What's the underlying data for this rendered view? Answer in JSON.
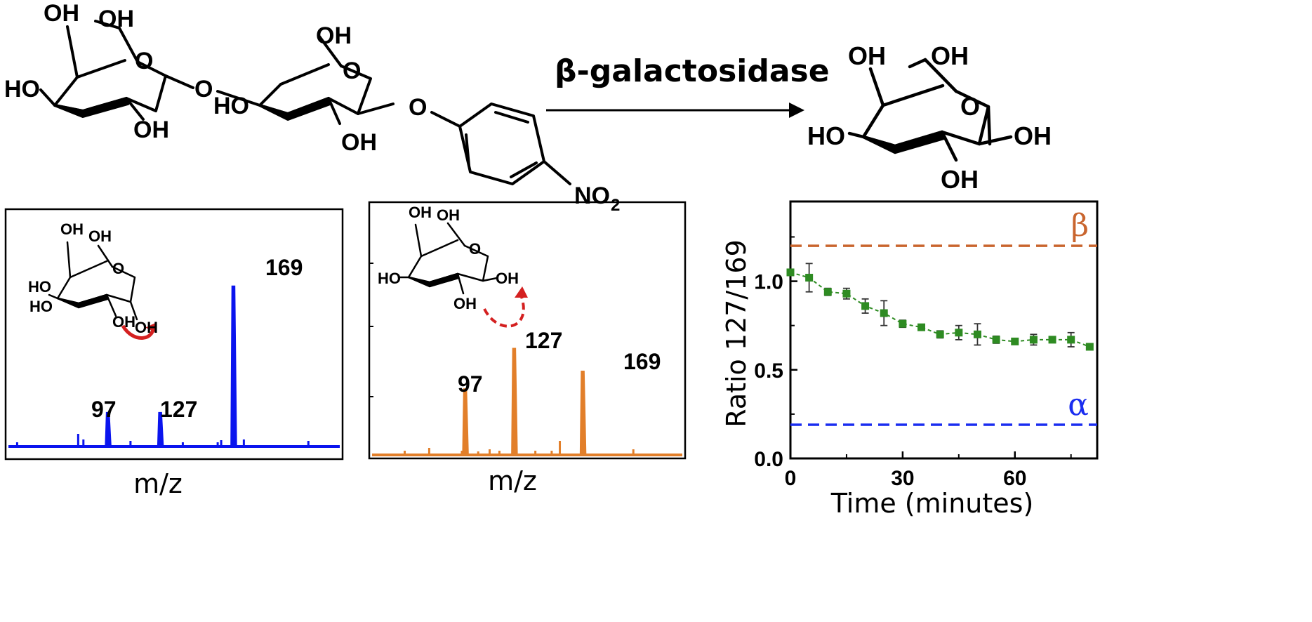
{
  "reaction": {
    "enzyme": "β-galactosidase",
    "substrate": {
      "labels": [
        "OH",
        "OH",
        "O",
        "OH",
        "HO",
        "O",
        "OH",
        "HO",
        "O",
        "OH",
        "O",
        "NO",
        "2"
      ]
    },
    "product": {
      "labels": [
        "OH",
        "OH",
        "O",
        "HO",
        "OH",
        "OH"
      ]
    }
  },
  "spectrum_left": {
    "xlabel": "m/z",
    "inset": {
      "labels": [
        "OH",
        "OH",
        "O",
        "HO",
        "HO",
        "OH",
        "OH"
      ]
    },
    "peaks": [
      {
        "label": "97",
        "mz": 97,
        "rel": 0.21
      },
      {
        "label": "127",
        "mz": 127,
        "rel": 0.21
      },
      {
        "label": "169",
        "mz": 169,
        "rel": 1.0
      }
    ],
    "color": "#0a14ee"
  },
  "spectrum_middle": {
    "xlabel": "m/z",
    "inset": {
      "labels": [
        "OH",
        "OH",
        "O",
        "HO",
        "OH",
        "OH"
      ]
    },
    "peaks": [
      {
        "label": "97",
        "mz": 97,
        "rel": 0.52
      },
      {
        "label": "127",
        "mz": 127,
        "rel": 0.84
      },
      {
        "label": "169",
        "mz": 169,
        "rel": 0.66
      }
    ],
    "color": "#e27f2a"
  },
  "chart_data": {
    "type": "scatter",
    "xlabel": "Time (minutes)",
    "ylabel": "Ratio 127/169",
    "xlim": [
      0,
      82
    ],
    "ylim": [
      0.0,
      1.45
    ],
    "xticks": [
      "0",
      "30",
      "60"
    ],
    "yticks": [
      "0.0",
      "0.5",
      "1.0"
    ],
    "reference_lines": [
      {
        "label": "β",
        "y": 1.2,
        "color": "#c9652e"
      },
      {
        "label": "α",
        "y": 0.19,
        "color": "#1a2df0"
      }
    ],
    "series": [
      {
        "color": "#2e8b22",
        "x": [
          0,
          5,
          10,
          15,
          20,
          25,
          30,
          35,
          40,
          45,
          50,
          55,
          60,
          65,
          70,
          75,
          80
        ],
        "y": [
          1.05,
          1.02,
          0.94,
          0.93,
          0.86,
          0.82,
          0.76,
          0.74,
          0.7,
          0.71,
          0.7,
          0.67,
          0.66,
          0.67,
          0.67,
          0.67,
          0.63
        ],
        "err": [
          0.0,
          0.08,
          0.02,
          0.03,
          0.04,
          0.07,
          0.02,
          0.01,
          0.02,
          0.04,
          0.06,
          0.02,
          0.01,
          0.03,
          0.01,
          0.04,
          0.0
        ]
      }
    ],
    "grid": false
  },
  "colors": {
    "arrow_red": "#d42020"
  }
}
